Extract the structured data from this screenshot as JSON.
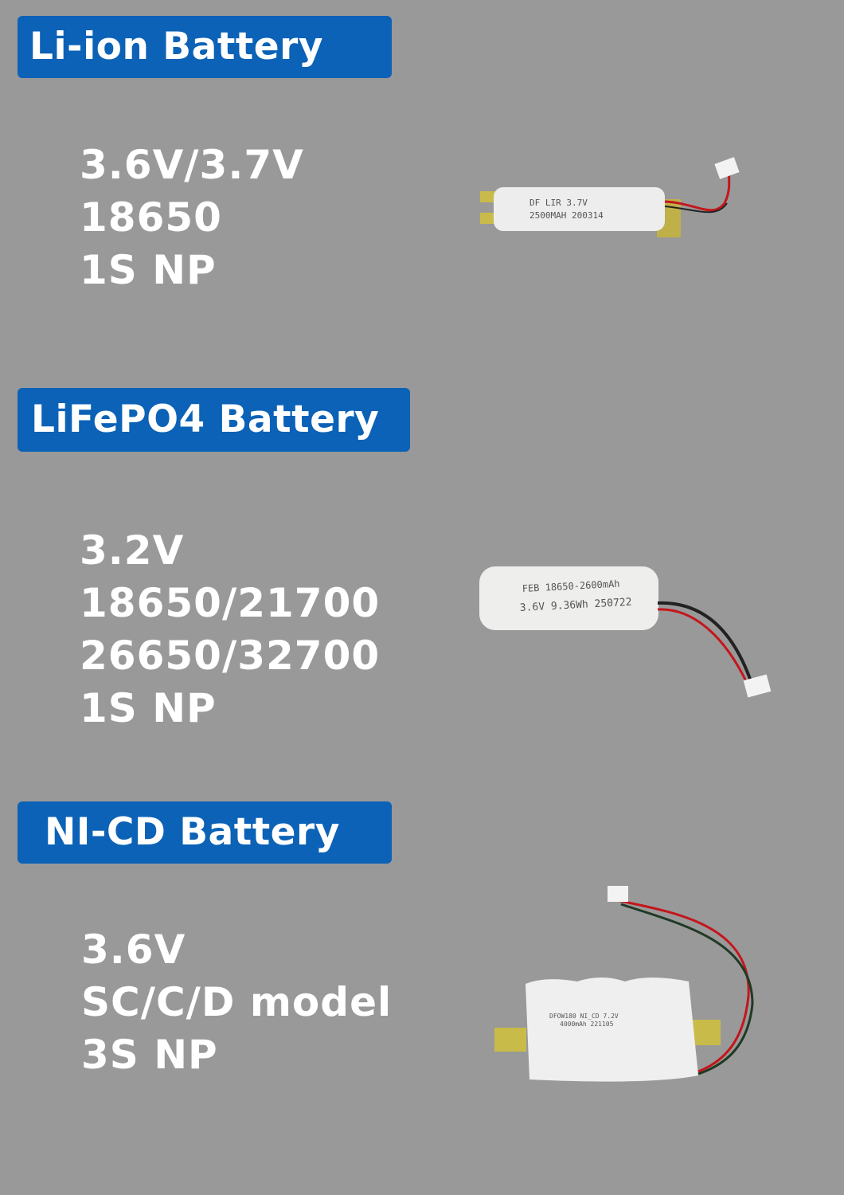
{
  "sections": [
    {
      "title": "Li-ion Battery",
      "specs": [
        "3.6V/3.7V",
        "18650",
        "1S NP"
      ],
      "product_label": [
        "DF LIR 3.7V",
        "2500MAH 200314"
      ]
    },
    {
      "title": "LiFePO4 Battery",
      "specs": [
        "3.2V",
        "18650/21700",
        "26650/32700",
        "1S NP"
      ],
      "product_label": [
        "FEB 18650-2600mAh",
        "3.6V 9.36Wh 250722"
      ]
    },
    {
      "title": "NI-CD Battery",
      "specs": [
        "3.6V",
        "SC/C/D model",
        "3S NP"
      ],
      "product_label": [
        "DFOW180 NI_CD 7.2V",
        "4000mAh 221105"
      ]
    }
  ],
  "colors": {
    "background": "#999999",
    "header": "#0b62b6",
    "text": "#ffffff"
  }
}
